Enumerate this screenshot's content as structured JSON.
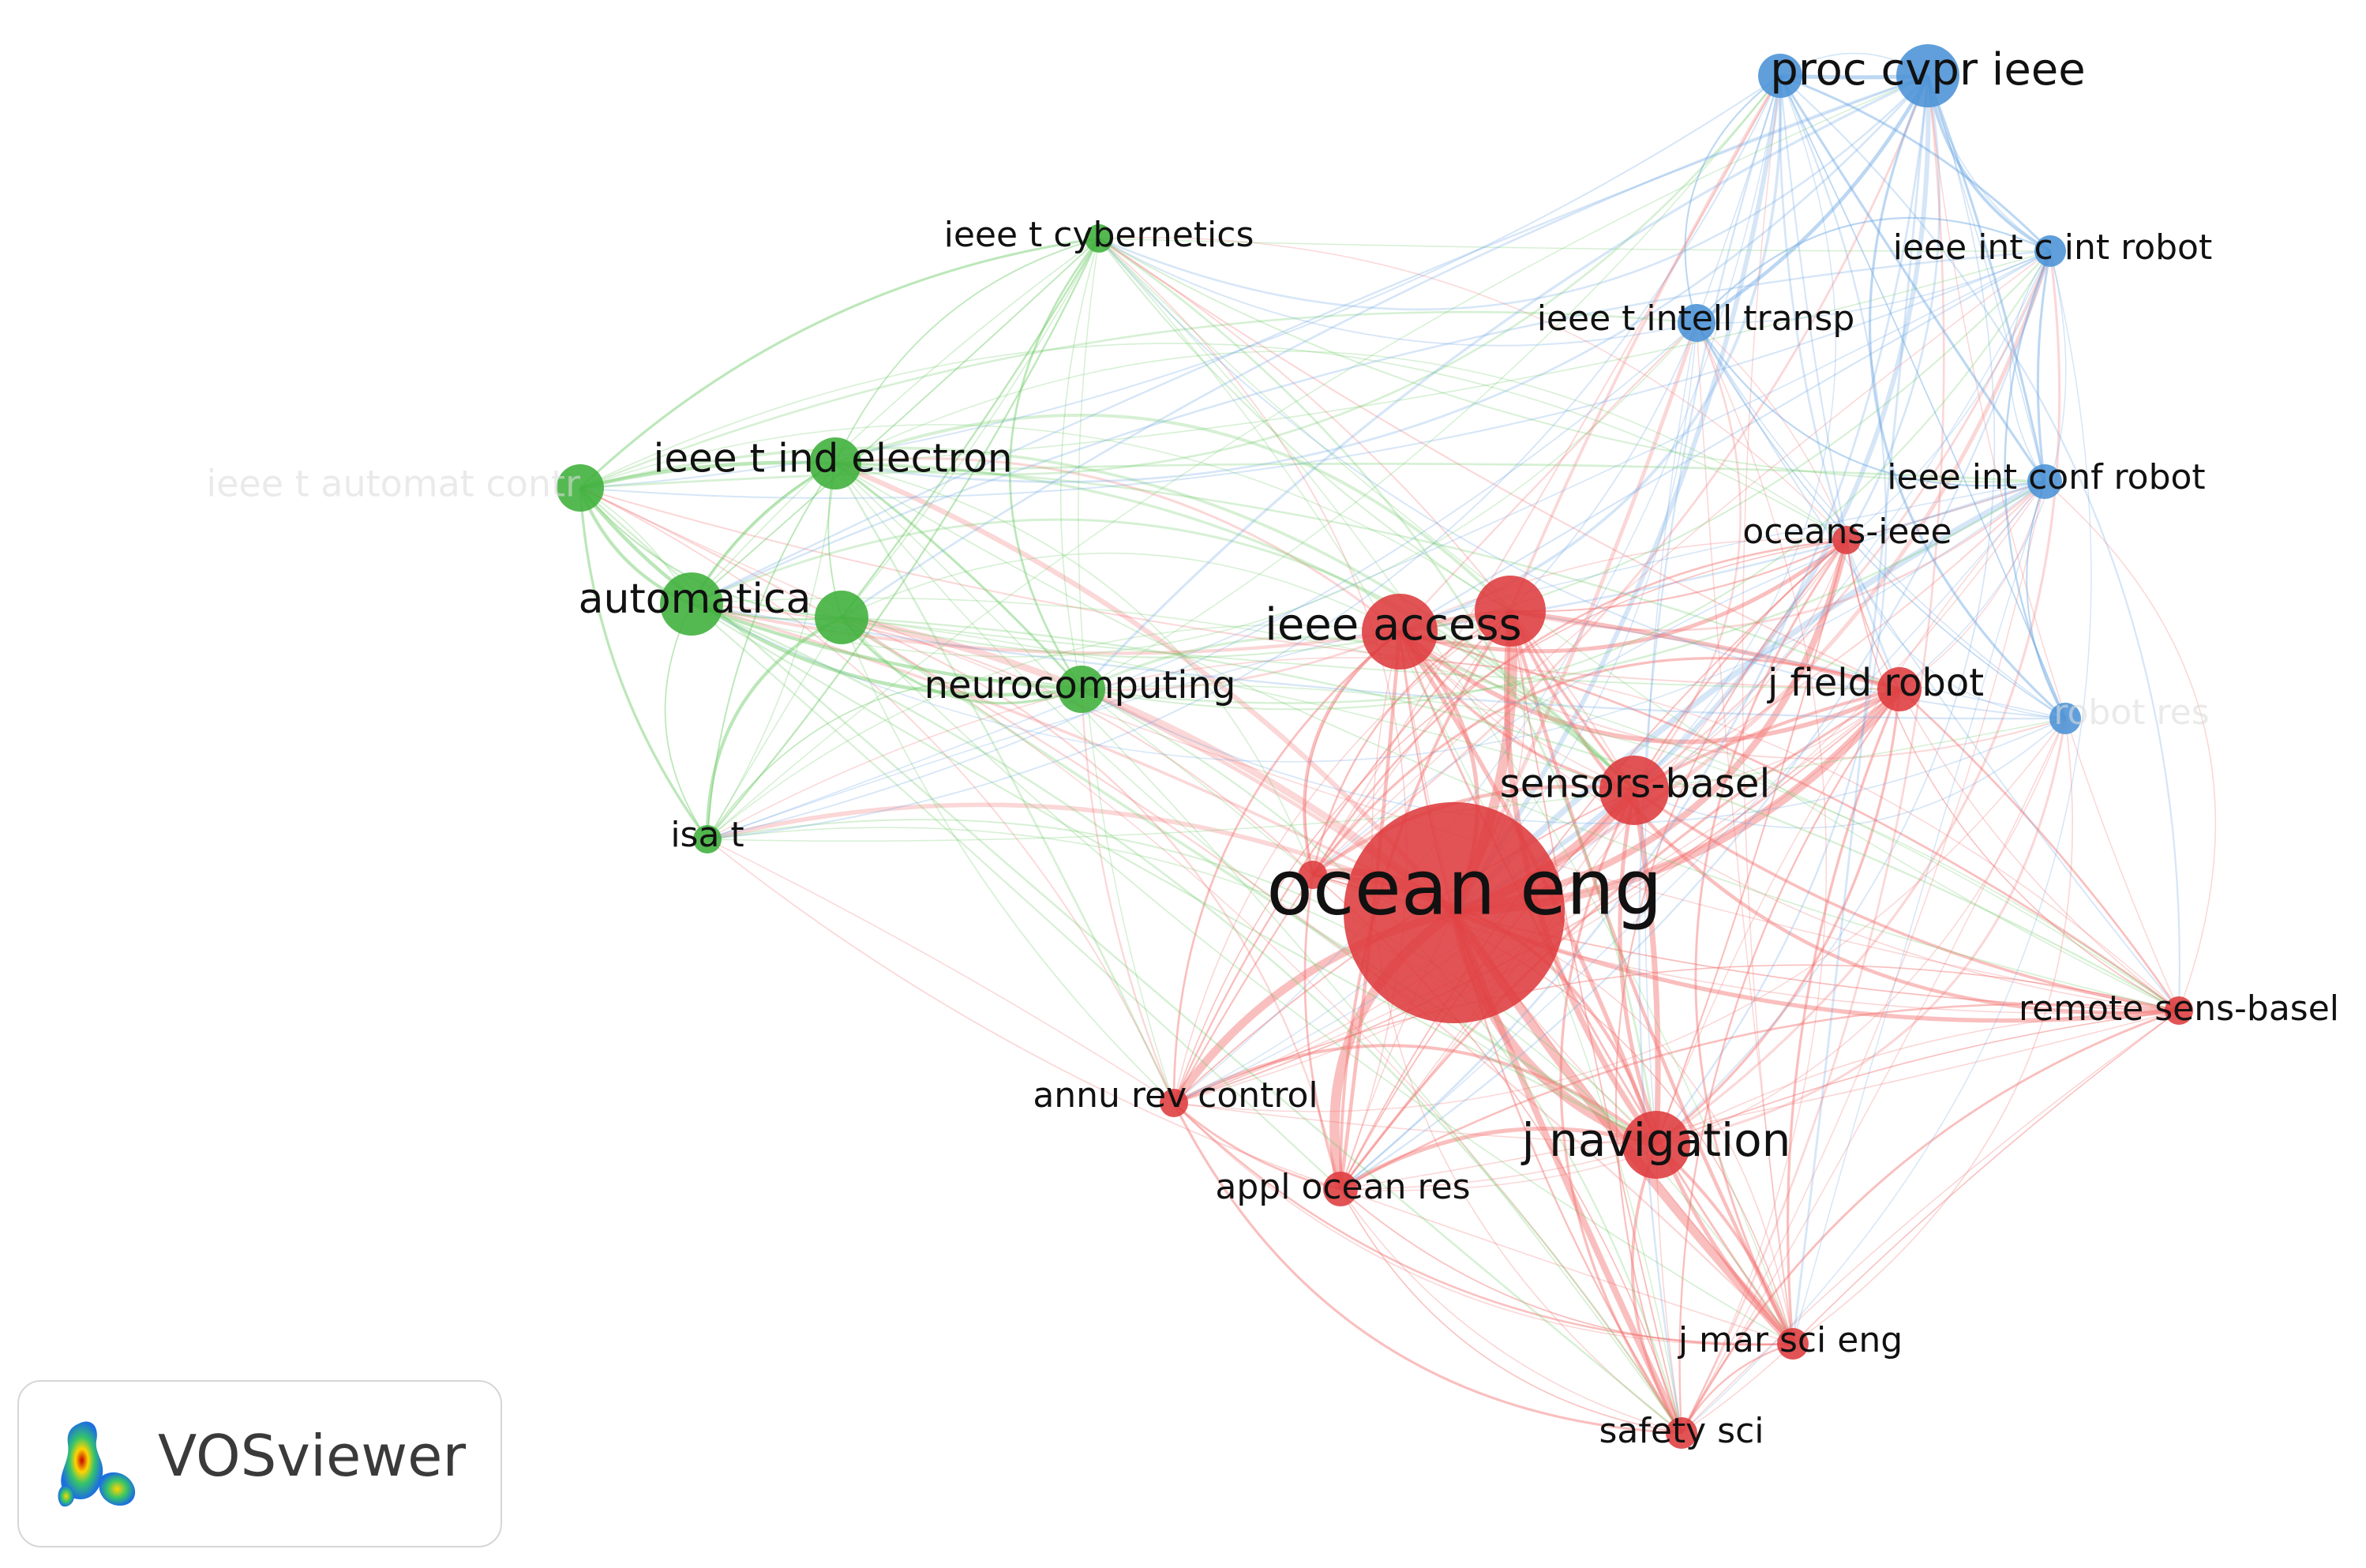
{
  "network": {
    "colors": {
      "red": "#de3b3d",
      "green": "#3eaf3a",
      "blue": "#4a92d6",
      "link_red": "#f2706f",
      "link_green": "#6ac964",
      "link_blue": "#6aa6e2"
    },
    "nodes": [
      {
        "id": "ocean-eng",
        "label": "ocean eng",
        "cluster": "red"
      },
      {
        "id": "ieee-access",
        "label": "ieee access",
        "cluster": "red"
      },
      {
        "id": "red-hub-2",
        "label": "",
        "cluster": "red"
      },
      {
        "id": "sensors-basel",
        "label": "sensors-basel",
        "cluster": "red"
      },
      {
        "id": "j-navigation",
        "label": "j navigation",
        "cluster": "red"
      },
      {
        "id": "j-field-robot",
        "label": "j field robot",
        "cluster": "red"
      },
      {
        "id": "oceans-ieee",
        "label": "oceans-ieee",
        "cluster": "red"
      },
      {
        "id": "remote-sens-basel",
        "label": "remote sens-basel",
        "cluster": "red"
      },
      {
        "id": "annu-rev-control",
        "label": "annu rev control",
        "cluster": "red"
      },
      {
        "id": "appl-ocean-res",
        "label": "appl ocean res",
        "cluster": "red"
      },
      {
        "id": "j-mar-sci-eng",
        "label": "j mar sci eng",
        "cluster": "red"
      },
      {
        "id": "safety-sci",
        "label": "safety sci",
        "cluster": "red"
      },
      {
        "id": "red-small-1",
        "label": "",
        "cluster": "red"
      },
      {
        "id": "ieee-t-cybernetics",
        "label": "ieee t cybernetics",
        "cluster": "green"
      },
      {
        "id": "ieee-t-ind-electron",
        "label": "ieee t ind electron",
        "cluster": "green"
      },
      {
        "id": "ieee-t-automat-contr",
        "label": "ieee t automat contr",
        "cluster": "green"
      },
      {
        "id": "automatica",
        "label": "automatica",
        "cluster": "green"
      },
      {
        "id": "green-hub-2",
        "label": "",
        "cluster": "green"
      },
      {
        "id": "neurocomputing",
        "label": "neurocomputing",
        "cluster": "green"
      },
      {
        "id": "isa-t",
        "label": "isa t",
        "cluster": "green"
      },
      {
        "id": "proc-cvpr-ieee",
        "label": "proc cvpr ieee",
        "cluster": "blue"
      },
      {
        "id": "blue-top-left",
        "label": "",
        "cluster": "blue"
      },
      {
        "id": "ieee-int-c-int-robot",
        "label": "ieee int c int robot",
        "cluster": "blue"
      },
      {
        "id": "ieee-t-intell-transp",
        "label": "ieee t intell transp",
        "cluster": "blue"
      },
      {
        "id": "ieee-int-conf-robot",
        "label": "ieee int conf robot",
        "cluster": "blue"
      },
      {
        "id": "robot-auton-syst",
        "label": "robot res",
        "cluster": "blue"
      }
    ]
  },
  "logo": {
    "text": "VOSviewer"
  }
}
